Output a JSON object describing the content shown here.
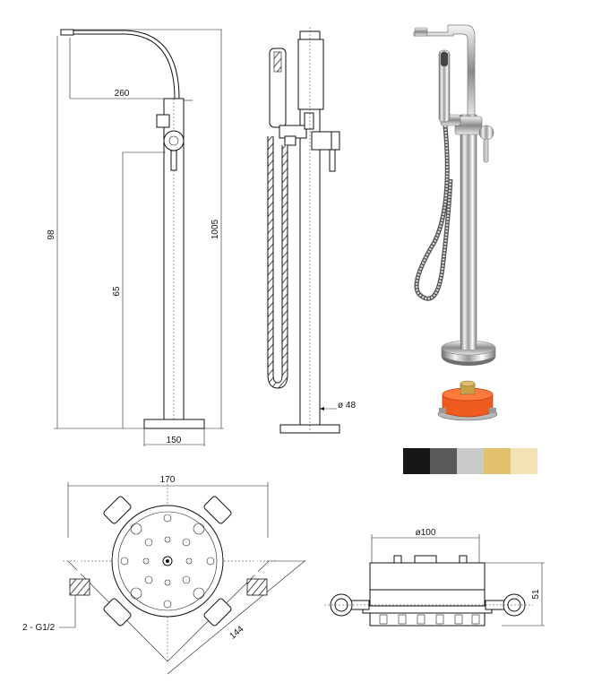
{
  "front_view": {
    "dim_spout_reach": "260",
    "dim_total_height": "1005",
    "dim_spout_height": "98",
    "dim_handle_height": "65",
    "dim_base_width": "150"
  },
  "side_view": {
    "dim_diameter": "ø 48"
  },
  "swatches": [
    "#161616",
    "#5a5a5a",
    "#c9c9c9",
    "#e2c16f",
    "#f3e3b4"
  ],
  "plan_view": {
    "dim_width": "170",
    "dim_diagonal": "144",
    "connection_label": "2 - G1/2"
  },
  "section_view": {
    "dim_diameter": "ø100",
    "dim_height": "51"
  }
}
